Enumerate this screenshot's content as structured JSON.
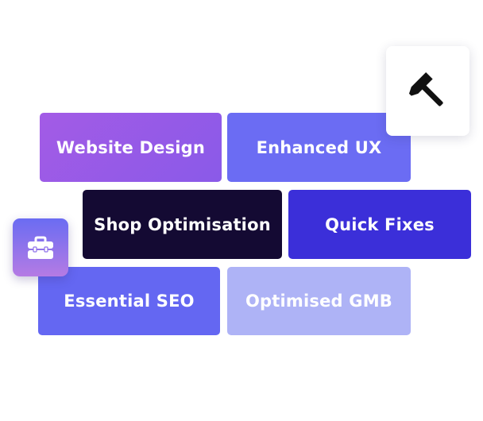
{
  "tiles": {
    "website_design": "Website Design",
    "enhanced_ux": "Enhanced UX",
    "shop_optimisation": "Shop Optimisation",
    "quick_fixes": "Quick Fixes",
    "essential_seo": "Essential SEO",
    "optimised_gmb": "Optimised GMB"
  },
  "icons": {
    "hammer": "hammer-icon",
    "toolbox": "toolbox-icon"
  },
  "colors": {
    "website_design": "#9a5ae7",
    "enhanced_ux": "#6b6cf3",
    "shop_optimisation": "#140a33",
    "quick_fixes": "#3b2fd9",
    "essential_seo": "#6467f2",
    "optimised_gmb": "#aeb3f6"
  }
}
